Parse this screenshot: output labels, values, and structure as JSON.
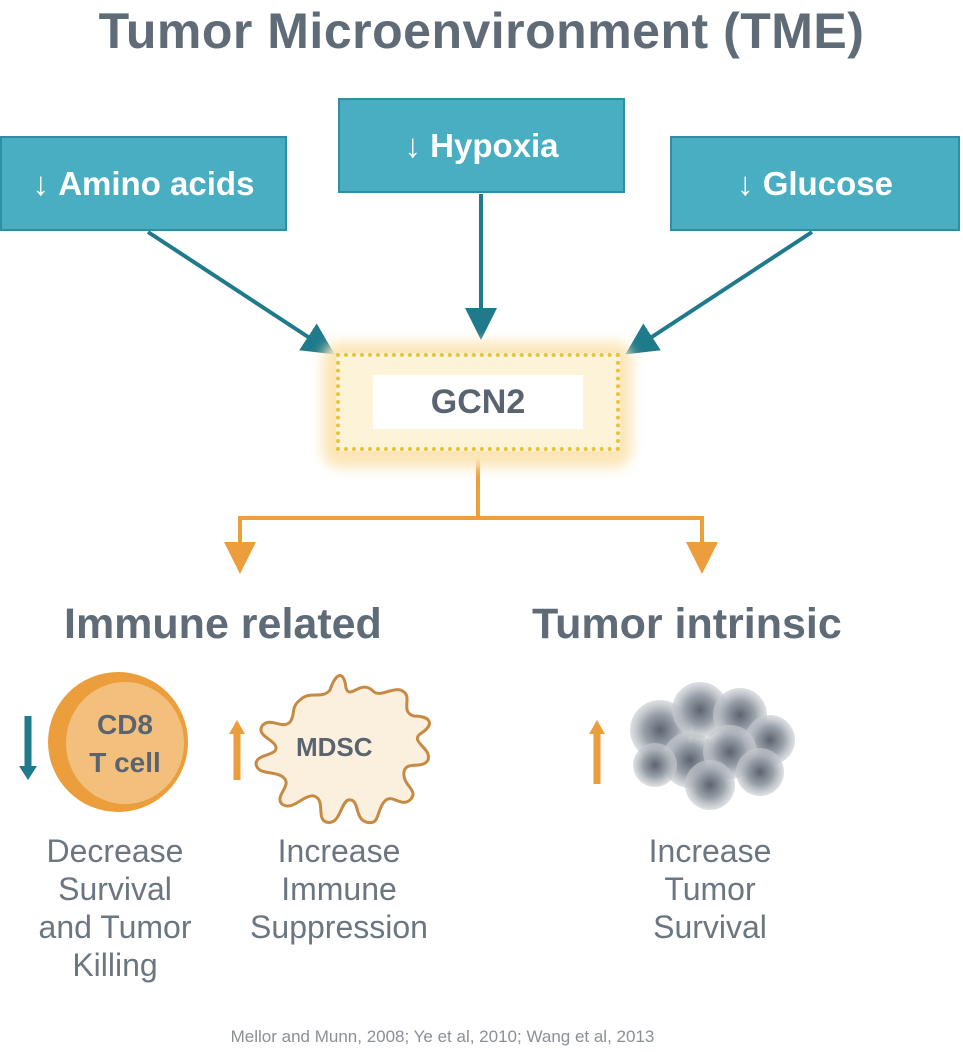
{
  "title": "Tumor Microenvironment (TME)",
  "colors": {
    "teal_box": "#4aaec2",
    "teal_arrow": "#1f7a8c",
    "orange": "#eb9e3b",
    "gold_dotted": "#e9c33c",
    "text_gray": "#5f6b77"
  },
  "inputs": [
    {
      "arrow": "↓",
      "label": "Amino acids"
    },
    {
      "arrow": "↓",
      "label": "Hypoxia"
    },
    {
      "arrow": "↓",
      "label": "Glucose"
    }
  ],
  "hub": {
    "label": "GCN2"
  },
  "branches": [
    {
      "title": "Immune related",
      "items": [
        {
          "cell_label_line1": "CD8",
          "cell_label_line2": "T cell",
          "direction": "down",
          "direction_icon": "teal-down-arrow",
          "description": [
            "Decrease",
            "Survival",
            "and Tumor",
            "Killing"
          ]
        },
        {
          "cell_label": "MDSC",
          "direction": "up",
          "direction_icon": "orange-up-arrow",
          "description": [
            "Increase",
            "Immune",
            "Suppression"
          ]
        }
      ]
    },
    {
      "title": "Tumor intrinsic",
      "items": [
        {
          "cell_label": "",
          "icon": "tumor-cell-cluster",
          "direction": "up",
          "direction_icon": "orange-up-arrow",
          "description": [
            "Increase",
            "Tumor",
            "Survival"
          ]
        }
      ]
    }
  ],
  "citation": "Mellor and Munn, 2008; Ye et al, 2010; Wang et al, 2013"
}
